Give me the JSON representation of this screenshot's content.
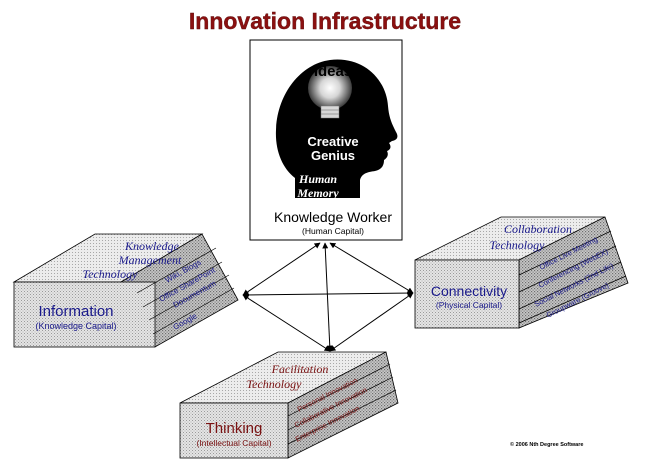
{
  "title": "Innovation Infrastructure",
  "center": {
    "ideas": "Ideas",
    "creative_line1": "Creative",
    "creative_line2": "Genius",
    "memory_line1": "Human",
    "memory_line2": "Memory",
    "label": "Knowledge Worker",
    "sublabel": "(Human Capital)"
  },
  "info_block": {
    "tech_line1": "Knowledge",
    "tech_line2": "Management",
    "tech_line3": "Technology",
    "label": "Information",
    "sublabel": "(Knowledge Capital)",
    "tools": [
      "Wiki, Blogs",
      "Office SharePoint",
      "Documentum",
      "Google"
    ]
  },
  "conn_block": {
    "tech_line1": "Collaboration",
    "tech_line2": "Technology",
    "label": "Connectivity",
    "sublabel": "(Physical Capital)",
    "tools": [
      "Office Live Meeting",
      "Conferencing (WebEX)",
      "Social Networks (2nd Life)",
      "Groupware (Groove)"
    ]
  },
  "think_block": {
    "tech_line1": "Facilitation",
    "tech_line2": "Technology",
    "label": "Thinking",
    "sublabel": "(Intellectual Capital)",
    "tools": [
      "Personal Innovation",
      "Collaborative Innovation",
      "Enterprise Innovation"
    ]
  },
  "copyright": "© 2006 Nth Degree Software",
  "colors": {
    "title": "#8b1010",
    "blue": "#1a1a8c",
    "red": "#7a1212"
  }
}
